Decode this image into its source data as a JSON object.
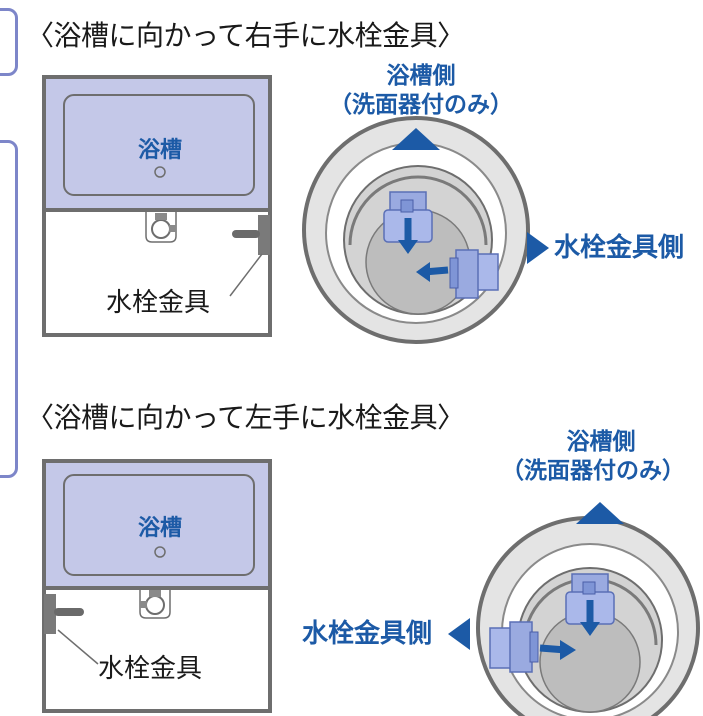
{
  "sections": [
    {
      "heading": "〈浴槽に向かって右手に水栓金具〉",
      "tub_label": "浴槽",
      "faucet_label": "水栓金具",
      "tub_side_label": "浴槽側",
      "tub_side_note": "（洗面器付のみ）",
      "faucet_side_label": "水栓金具側"
    },
    {
      "heading": "〈浴槽に向かって左手に水栓金具〉",
      "tub_label": "浴槽",
      "faucet_label": "水栓金具",
      "tub_side_label": "浴槽側",
      "tub_side_note": "（洗面器付のみ）",
      "faucet_side_label": "水栓金具側"
    }
  ],
  "colors": {
    "tub_fill": "#c4c8e8",
    "accent_blue": "#1c5aa6",
    "frame_gray": "#6e6e6e",
    "part_blue": "#7f95d6",
    "side_tab": "#7d86c9"
  }
}
